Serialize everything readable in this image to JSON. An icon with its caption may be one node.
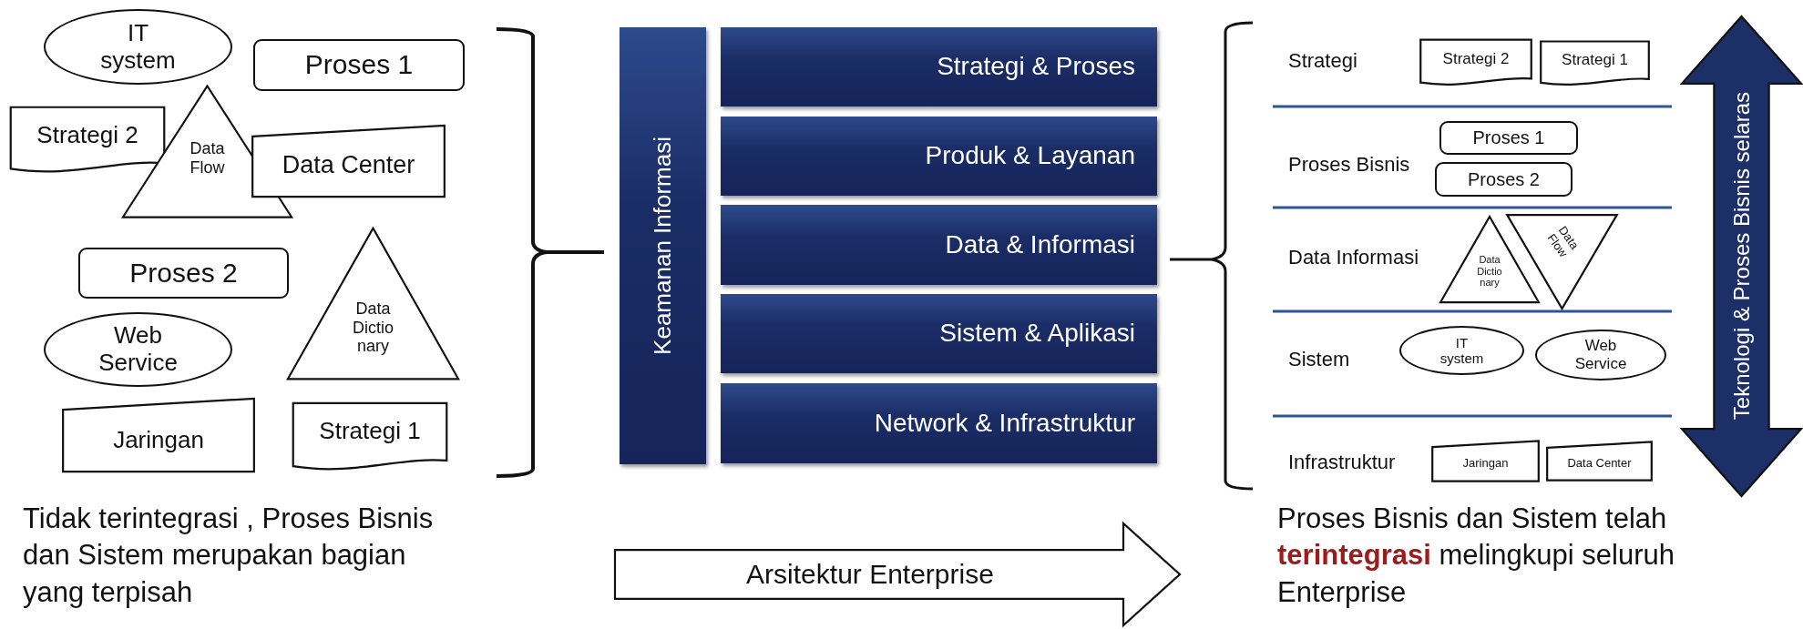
{
  "diagram": {
    "nodes": [
      {
        "text": [
          "IT system"
        ]
      },
      {
        "text": [
          "Proses 1"
        ]
      },
      {
        "text": [
          "Strategi 2"
        ]
      },
      {
        "text": [
          "Data Flow"
        ]
      },
      {
        "text": [
          "Data Center"
        ]
      },
      {
        "text": [
          "Proses 2"
        ]
      },
      {
        "text": [
          "Web Service"
        ]
      },
      {
        "text": [
          "Data Dictio nary"
        ]
      },
      {
        "text": [
          "Jaringan"
        ]
      },
      {
        "text": [
          "Strategi 1"
        ]
      },
      {
        "text": [
          "Keamanan Informasi"
        ]
      },
      {
        "text": [
          "Strategi & Proses"
        ]
      },
      {
        "text": [
          "Produk & Layanan"
        ]
      },
      {
        "text": [
          "Data & Informasi"
        ]
      },
      {
        "text": [
          "Sistem & Aplikasi"
        ]
      },
      {
        "text": [
          "Network & Infrastruktur"
        ]
      },
      {
        "text": [
          "Arsitektur Enterprise"
        ]
      },
      {
        "text": [
          "Strategi 2"
        ]
      },
      {
        "text": [
          "Strategi 1"
        ]
      },
      {
        "text": [
          "Proses 1"
        ]
      },
      {
        "text": [
          "Proses 2"
        ]
      },
      {
        "text": [
          "Data Dictio nary"
        ]
      },
      {
        "text": [
          "Data Flow"
        ]
      },
      {
        "text": [
          "IT system"
        ]
      },
      {
        "text": [
          "Web Service"
        ]
      },
      {
        "text": [
          "Jaringan"
        ]
      },
      {
        "text": [
          "Data Center"
        ]
      },
      {
        "text": [
          "Teknologi & Proses Bisnis selaras"
        ]
      }
    ],
    "labels": [
      "Strategi",
      "Proses Bisnis",
      "Data Informasi",
      "Sistem",
      "Infrastruktur",
      "Tidak terintegrasi , Proses Bisnis dan Sistem merupakan bagian yang terpisah",
      "Proses Bisnis dan Sistem telah **terintegrasi** melingkupi seluruh Enterprise"
    ]
  }
}
